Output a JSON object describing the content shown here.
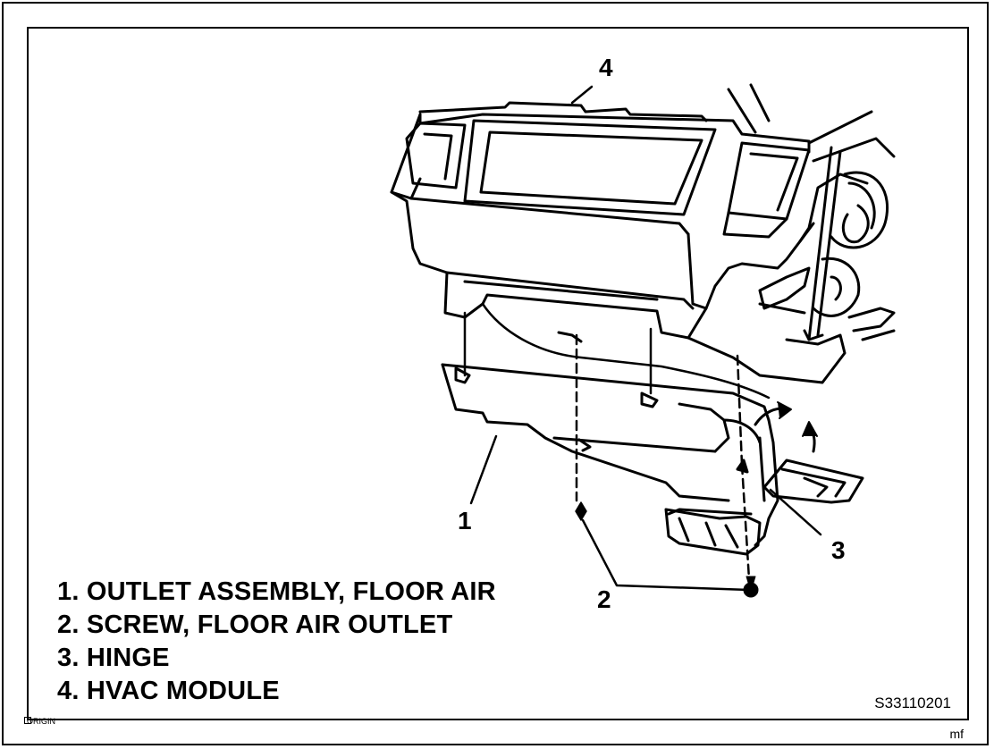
{
  "callouts": {
    "one": "1",
    "two": "2",
    "three": "3",
    "four": "4"
  },
  "legend": [
    "1. OUTLET ASSEMBLY, FLOOR AIR",
    "2. SCREW, FLOOR AIR OUTLET",
    "3. HINGE",
    "4. HVAC MODULE"
  ],
  "figure_code": "S33110201",
  "origin_label": "ORIGIN",
  "initials": "mf",
  "colors": {
    "line": "#000000",
    "background": "#ffffff"
  }
}
